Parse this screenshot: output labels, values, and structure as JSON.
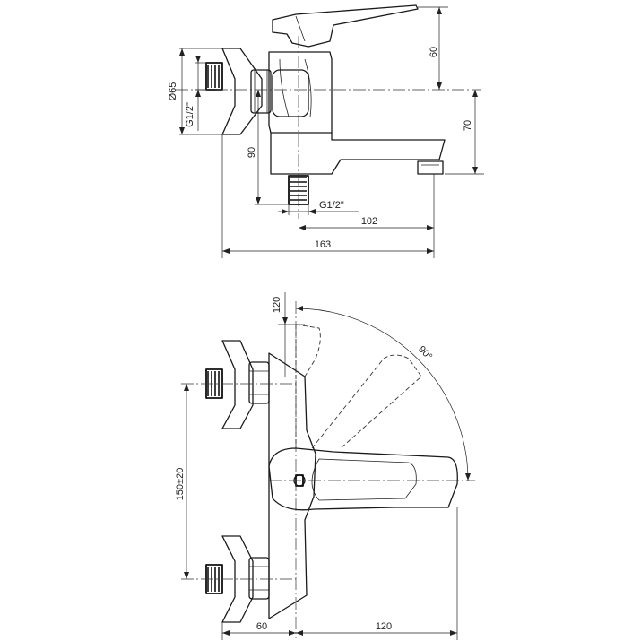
{
  "top_view": {
    "dim_height_lever": "60",
    "dim_diameter": "Ø65",
    "dim_thread_inlet": "G1/2\"",
    "dim_height_spout": "70",
    "dim_depth_outlet": "90",
    "dim_thread_outlet": "G1/2\"",
    "dim_spout_reach": "102",
    "dim_total_length": "163"
  },
  "front_view": {
    "dim_lever_clearance": "120",
    "dim_rotation_angle": "90°",
    "dim_inlet_spacing": "150±20",
    "dim_body_depth": "60",
    "dim_lever_length": "120"
  }
}
